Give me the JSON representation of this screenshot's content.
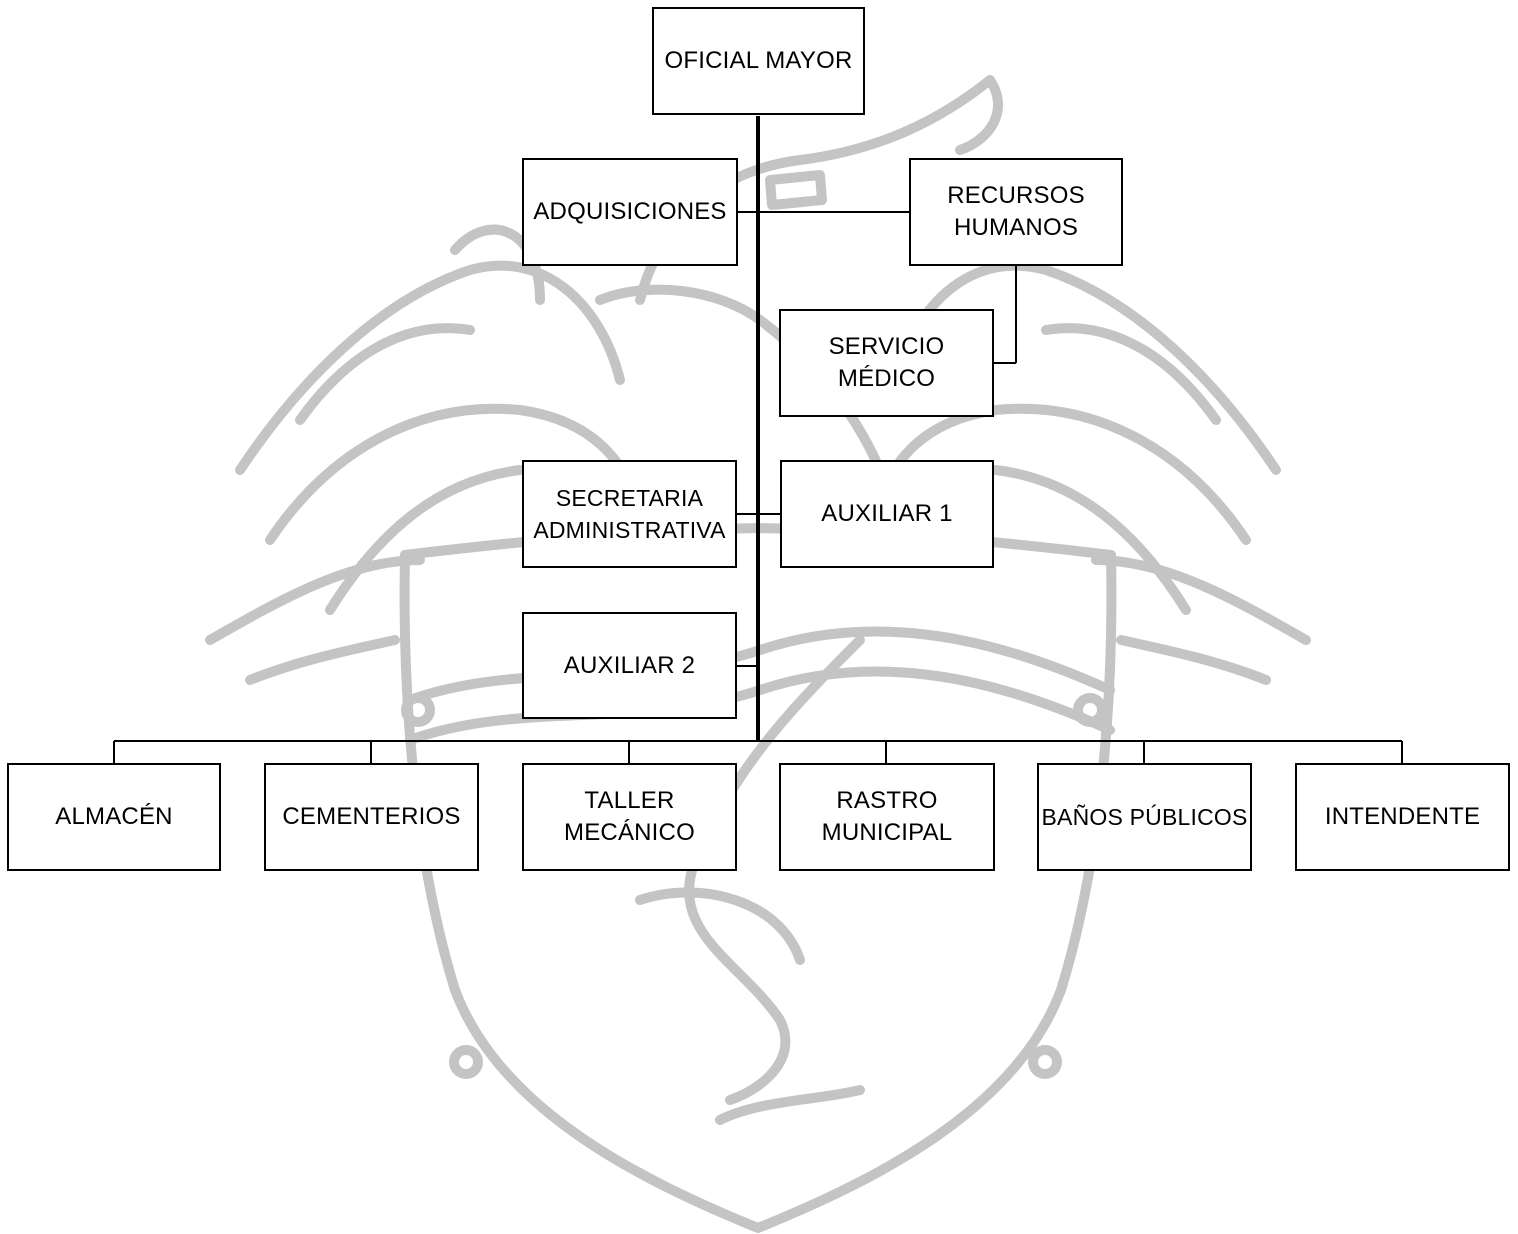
{
  "org_chart": {
    "root": "OFICIAL MAYOR",
    "staff": {
      "adquisiciones": "ADQUISICIONES",
      "recursos_humanos": "RECURSOS\nHUMANOS",
      "servicio_medico": "SERVICIO\nMÉDICO",
      "secretaria": "SECRETARIA\nADMINISTRATIVA",
      "auxiliar_1": "AUXILIAR 1",
      "auxiliar_2": "AUXILIAR 2"
    },
    "departments": [
      "ALMACÉN",
      "CEMENTERIOS",
      "TALLER\nMECÁNICO",
      "RASTRO\nMUNICIPAL",
      "BAÑOS PÚBLICOS",
      "INTENDENTE"
    ]
  },
  "watermark": {
    "color": "#c4c4c4"
  }
}
